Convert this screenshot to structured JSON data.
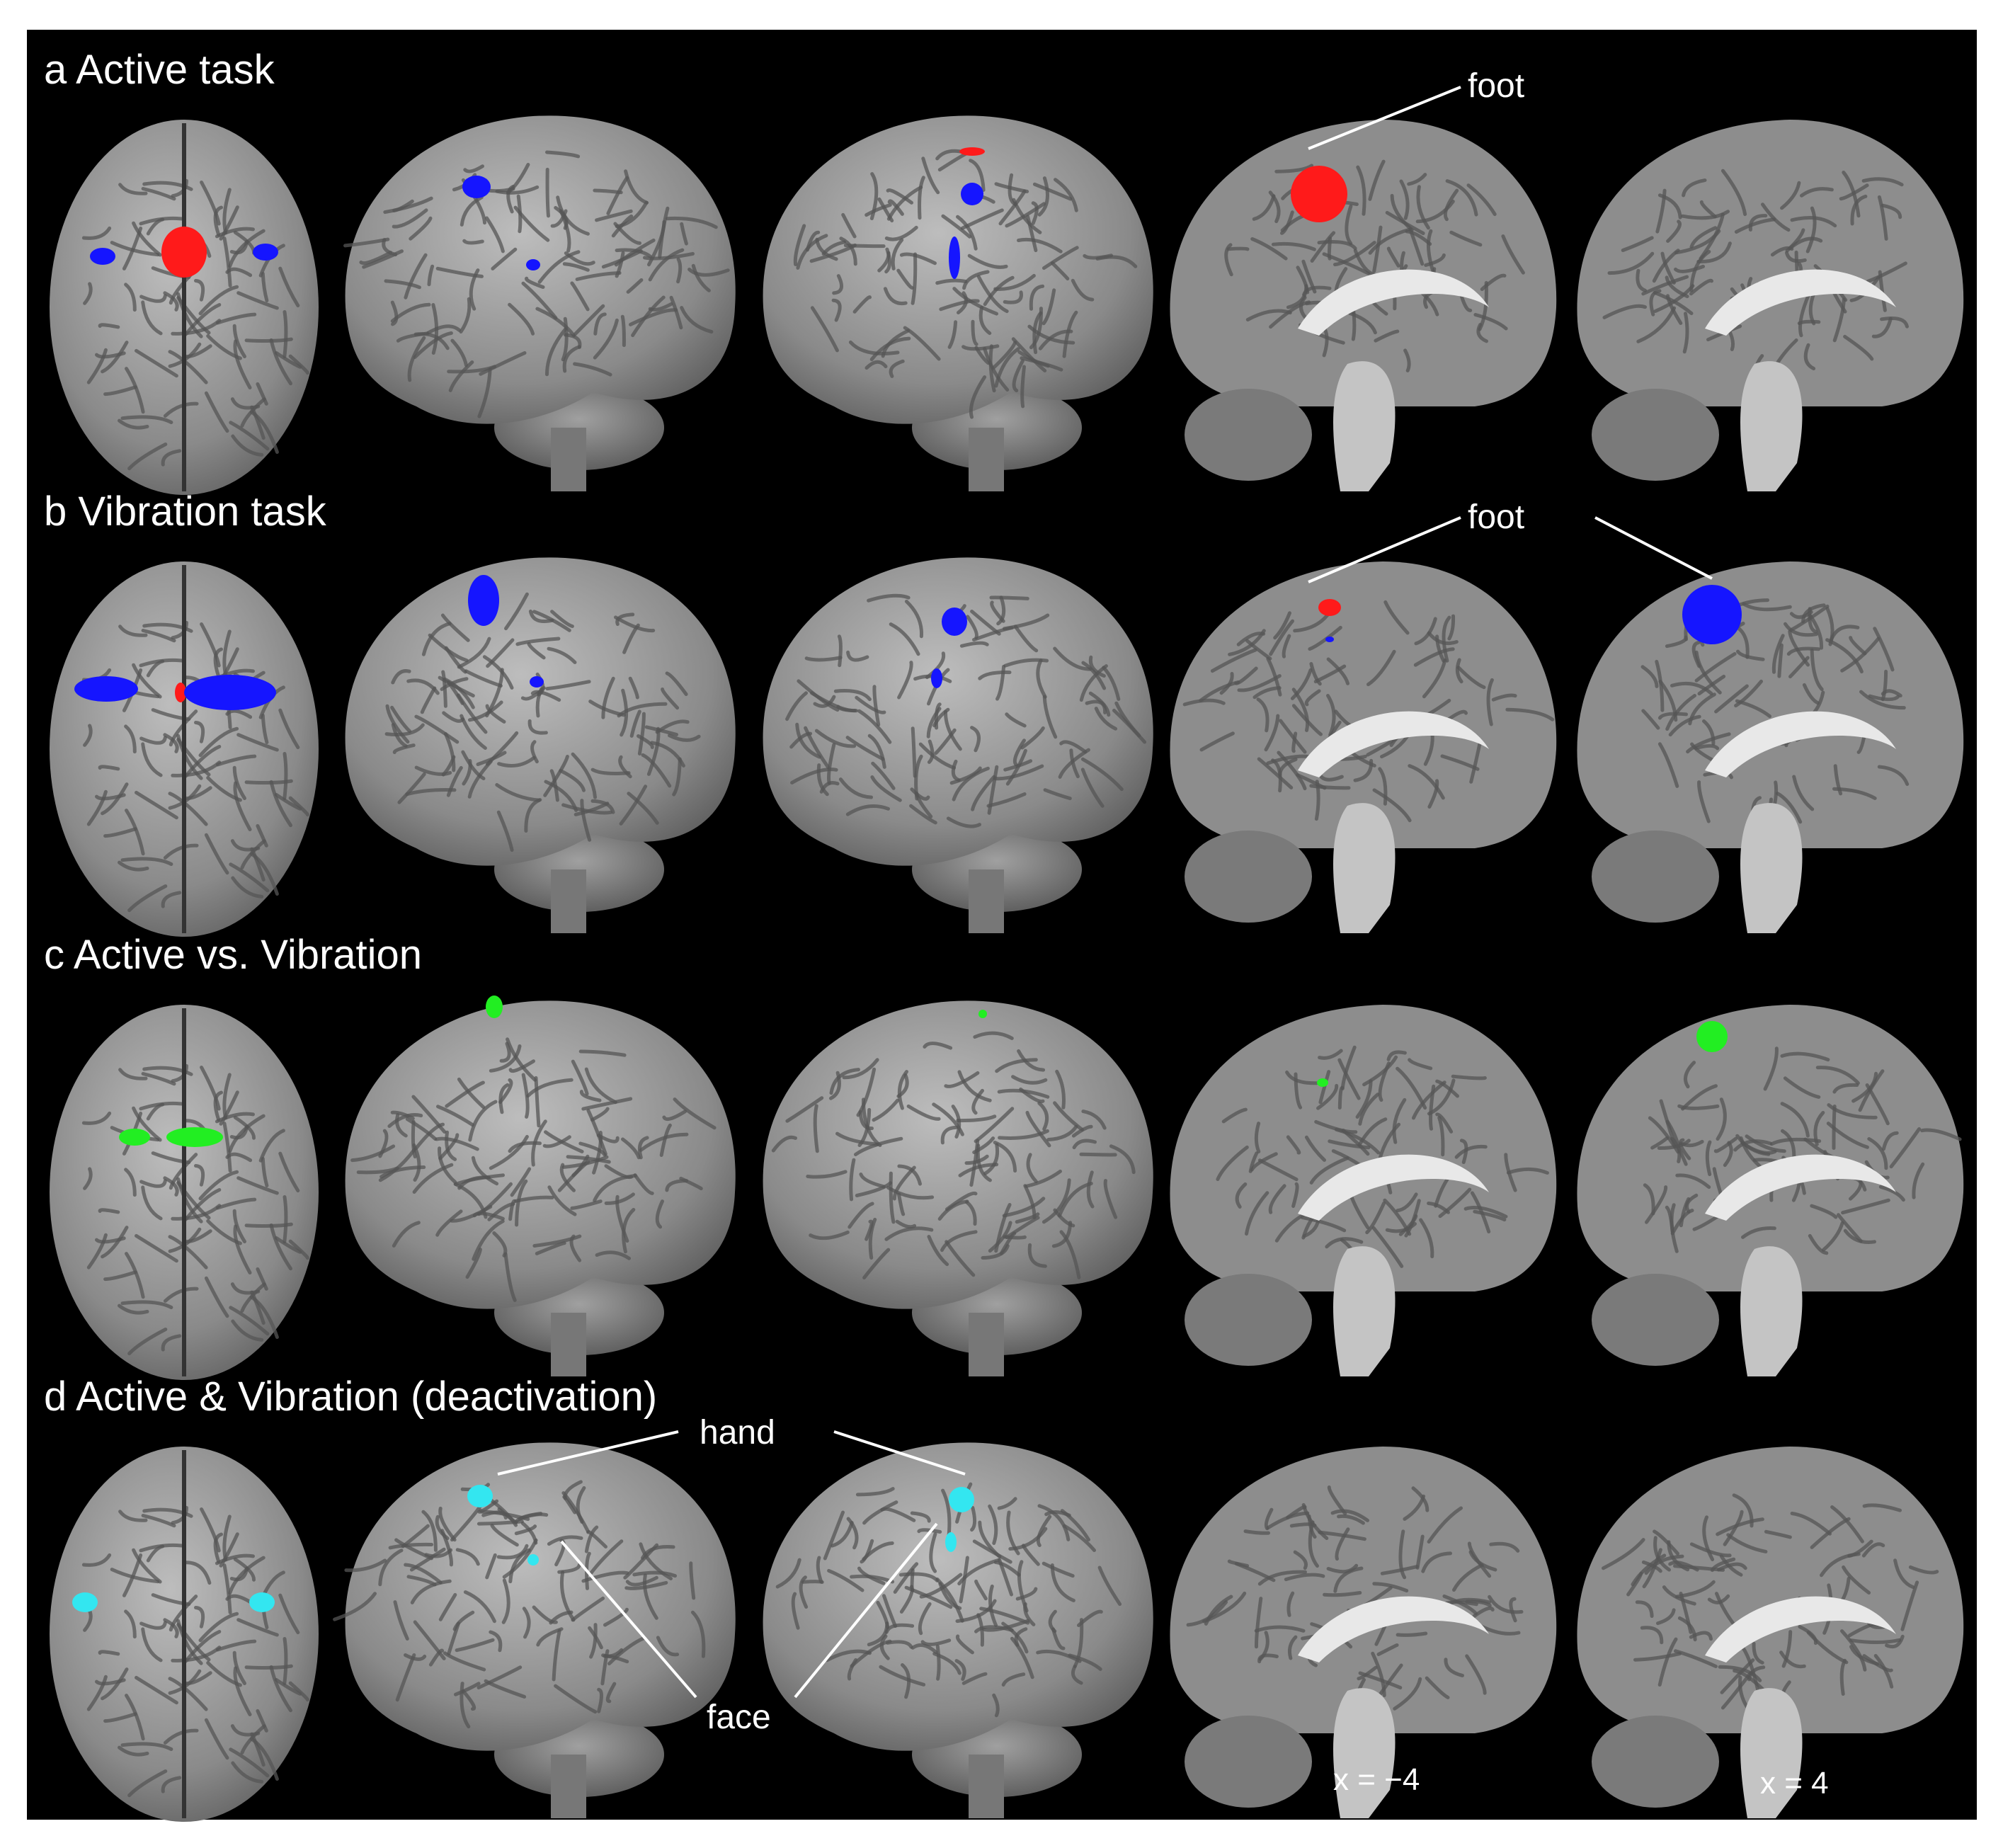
{
  "rows": [
    {
      "label": "a  Active task"
    },
    {
      "label": "b  Vibration task"
    },
    {
      "label": "c  Active vs. Vibration"
    },
    {
      "label": "d  Active & Vibration (deactivation)"
    }
  ],
  "callouts": {
    "foot_a": "foot",
    "foot_b": "foot",
    "hand": "hand",
    "face": "face"
  },
  "slice_coords": {
    "left": "x = −4",
    "right": "x = 4"
  },
  "activation_colors": {
    "active_task": "#ff1a1a",
    "vibration_task": "#1515ff",
    "contrast": "#22ee22",
    "deactivation": "#33e6f0"
  }
}
